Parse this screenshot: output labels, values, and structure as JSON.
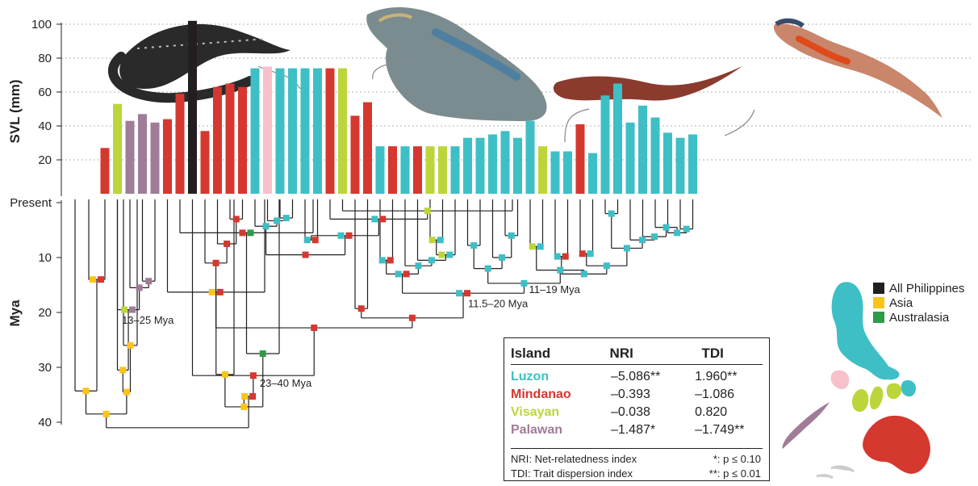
{
  "chart_data": {
    "type": "bar",
    "ylabel_top": "SVL (mm)",
    "ylabel_bottom": "Mya",
    "y_ticks_top": [
      "100",
      "80",
      "60",
      "40",
      "20"
    ],
    "y_ticks_bottom": [
      "Present",
      "10",
      "20",
      "30",
      "40"
    ],
    "ylim_top": [
      0,
      100
    ],
    "ylim_bottom": [
      0,
      40
    ],
    "grid": "dashed horizontal lines at 20, 40, 60, 80, 100 mm",
    "bar_colors": {
      "L": "#3dbfc5",
      "M": "#d4382f",
      "V": "#bcd53a",
      "P": "#a07c98",
      "A": "#231f20",
      "K": "#f7c1cb"
    },
    "node_colors": {
      "L": "#3dbfc5",
      "M": "#d4382f",
      "V": "#bcd53a",
      "P": "#a07c98",
      "Y": "#fcc419",
      "G": "#2e9b48"
    },
    "bars": [
      {
        "region": "M",
        "value": 27
      },
      {
        "region": "V",
        "value": 53
      },
      {
        "region": "P",
        "value": 43
      },
      {
        "region": "P",
        "value": 47
      },
      {
        "region": "P",
        "value": 42
      },
      {
        "region": "M",
        "value": 44
      },
      {
        "region": "M",
        "value": 59
      },
      {
        "region": "A",
        "value": 102
      },
      {
        "region": "M",
        "value": 37
      },
      {
        "region": "M",
        "value": 63
      },
      {
        "region": "M",
        "value": 65
      },
      {
        "region": "M",
        "value": 63
      },
      {
        "region": "L",
        "value": 74
      },
      {
        "region": "K",
        "value": 75
      },
      {
        "region": "L",
        "value": 74
      },
      {
        "region": "L",
        "value": 74
      },
      {
        "region": "L",
        "value": 74
      },
      {
        "region": "L",
        "value": 74
      },
      {
        "region": "M",
        "value": 74
      },
      {
        "region": "V",
        "value": 74
      },
      {
        "region": "M",
        "value": 46
      },
      {
        "region": "M",
        "value": 54
      },
      {
        "region": "L",
        "value": 28
      },
      {
        "region": "M",
        "value": 28
      },
      {
        "region": "L",
        "value": 28
      },
      {
        "region": "M",
        "value": 28
      },
      {
        "region": "V",
        "value": 28
      },
      {
        "region": "V",
        "value": 28
      },
      {
        "region": "L",
        "value": 28
      },
      {
        "region": "L",
        "value": 33
      },
      {
        "region": "L",
        "value": 33
      },
      {
        "region": "L",
        "value": 35
      },
      {
        "region": "L",
        "value": 37
      },
      {
        "region": "L",
        "value": 33
      },
      {
        "region": "L",
        "value": 43
      },
      {
        "region": "V",
        "value": 28
      },
      {
        "region": "L",
        "value": 25
      },
      {
        "region": "L",
        "value": 25
      },
      {
        "region": "M",
        "value": 41
      },
      {
        "region": "L",
        "value": 24
      },
      {
        "region": "L",
        "value": 58
      },
      {
        "region": "L",
        "value": 65
      },
      {
        "region": "L",
        "value": 42
      },
      {
        "region": "L",
        "value": 52
      },
      {
        "region": "L",
        "value": 45
      },
      {
        "region": "L",
        "value": 36
      },
      {
        "region": "L",
        "value": 33
      },
      {
        "region": "L",
        "value": 35
      }
    ],
    "tree_nodes": [
      {
        "mya": 34.3,
        "colors": [
          "Y"
        ]
      },
      {
        "mya": 14,
        "colors": [
          "Y",
          "M"
        ]
      },
      {
        "mya": 41,
        "colors": []
      },
      {
        "mya": 38.5,
        "colors": [
          "Y"
        ]
      },
      {
        "mya": 34.5,
        "colors": [
          "Y"
        ]
      },
      {
        "mya": 26,
        "colors": [
          "Y"
        ]
      },
      {
        "mya": 30.5,
        "colors": [
          "Y"
        ]
      },
      {
        "mya": 19.5,
        "colors": [
          "V",
          "P"
        ]
      },
      {
        "mya": 15.5,
        "colors": [
          "P"
        ]
      },
      {
        "mya": 14.3,
        "colors": [
          "P"
        ]
      },
      {
        "mya": 37.2,
        "colors": [
          "Y"
        ]
      },
      {
        "mya": 31.3,
        "colors": [
          "Y"
        ]
      },
      {
        "mya": 16.3,
        "colors": [
          "Y",
          "M"
        ]
      },
      {
        "mya": 27.5,
        "colors": [
          "G"
        ]
      },
      {
        "mya": 5.5,
        "colors": [
          "M",
          "G"
        ]
      },
      {
        "mya": 35.3,
        "colors": [
          "Y",
          "M"
        ]
      },
      {
        "mya": 31.5,
        "colors": [
          "M"
        ]
      },
      {
        "mya": 22.8,
        "colors": [
          "M"
        ]
      },
      {
        "mya": 11,
        "colors": [
          "M"
        ]
      },
      {
        "mya": 7.5,
        "colors": [
          "M"
        ]
      },
      {
        "mya": 3,
        "colors": [
          "M"
        ]
      },
      {
        "mya": 9.5,
        "colors": [
          "M"
        ]
      },
      {
        "mya": 4.3,
        "colors": [
          "L"
        ]
      },
      {
        "mya": 3.3,
        "colors": [
          "L"
        ]
      },
      {
        "mya": 2.8,
        "colors": [
          "L"
        ]
      },
      {
        "mya": 6.8,
        "colors": [
          "L",
          "M"
        ]
      },
      {
        "mya": 6,
        "colors": [
          "L",
          "M"
        ]
      },
      {
        "mya": 3,
        "colors": [
          "L",
          "M"
        ]
      },
      {
        "mya": 1.5,
        "colors": [
          "V"
        ]
      },
      {
        "mya": 21,
        "colors": [
          "M"
        ]
      },
      {
        "mya": 19.3,
        "colors": [
          "M"
        ]
      },
      {
        "mya": 16.5,
        "colors": [
          "L",
          "M"
        ]
      },
      {
        "mya": 10.5,
        "colors": [
          "L",
          "M"
        ]
      },
      {
        "mya": 13,
        "colors": [
          "L",
          "M"
        ]
      },
      {
        "mya": 11.5,
        "colors": [
          "L"
        ]
      },
      {
        "mya": 10.5,
        "colors": [
          "L"
        ]
      },
      {
        "mya": 9.5,
        "colors": [
          "V",
          "L"
        ]
      },
      {
        "mya": 6.8,
        "colors": [
          "V",
          "L"
        ]
      },
      {
        "mya": 14.7,
        "colors": [
          "L"
        ]
      },
      {
        "mya": 12,
        "colors": [
          "L"
        ]
      },
      {
        "mya": 7.8,
        "colors": [
          "L"
        ]
      },
      {
        "mya": 10,
        "colors": [
          "L"
        ]
      },
      {
        "mya": 6,
        "colors": [
          "L"
        ]
      },
      {
        "mya": 12.3,
        "colors": [
          "L"
        ]
      },
      {
        "mya": 8,
        "colors": [
          "V",
          "L"
        ]
      },
      {
        "mya": 9.8,
        "colors": [
          "L",
          "M"
        ]
      },
      {
        "mya": 9.3,
        "colors": [
          "M",
          "L"
        ]
      },
      {
        "mya": 13,
        "colors": [
          "L"
        ]
      },
      {
        "mya": 11.5,
        "colors": [
          "L"
        ]
      },
      {
        "mya": 2,
        "colors": [
          "L"
        ]
      },
      {
        "mya": 8.3,
        "colors": [
          "L"
        ]
      },
      {
        "mya": 6.8,
        "colors": [
          "L"
        ]
      },
      {
        "mya": 6.2,
        "colors": [
          "L"
        ]
      },
      {
        "mya": 4.5,
        "colors": [
          "L"
        ]
      },
      {
        "mya": 5.5,
        "colors": [
          "L"
        ]
      },
      {
        "mya": 4.8,
        "colors": [
          "L"
        ]
      }
    ],
    "annotations": [
      {
        "text": "13–25 Mya",
        "mya": 21.3
      },
      {
        "text": "23–40 Mya",
        "mya": 32.8
      },
      {
        "text": "11.5–20 Mya",
        "mya": 18.3
      },
      {
        "text": "11–19 Mya",
        "mya": 15.7
      }
    ]
  },
  "table": {
    "headers": [
      "Island",
      "NRI",
      "TDI"
    ],
    "rows": [
      {
        "island": "Luzon",
        "nri": "–5.086**",
        "tdi": "1.960**",
        "color": "#3dbfc5"
      },
      {
        "island": "Mindanao",
        "nri": "–0.393",
        "tdi": "–1.086",
        "color": "#d4382f"
      },
      {
        "island": "Visayan",
        "nri": "–0.038",
        "tdi": "0.820",
        "color": "#bcd53a"
      },
      {
        "island": "Palawan",
        "nri": "–1.487*",
        "tdi": "–1.749**",
        "color": "#a07c98"
      }
    ],
    "notes": [
      {
        "left": "NRI: Net-relatedness index",
        "right": "*: p ≤ 0.10"
      },
      {
        "left": "TDI: Trait dispersion index",
        "right": "**: p ≤ 0.01"
      }
    ]
  },
  "legend": {
    "items": [
      {
        "label": "All Philippines",
        "color": "#231f20"
      },
      {
        "label": "Asia",
        "color": "#fcc419"
      },
      {
        "label": "Australasia",
        "color": "#2e9b48"
      }
    ]
  }
}
